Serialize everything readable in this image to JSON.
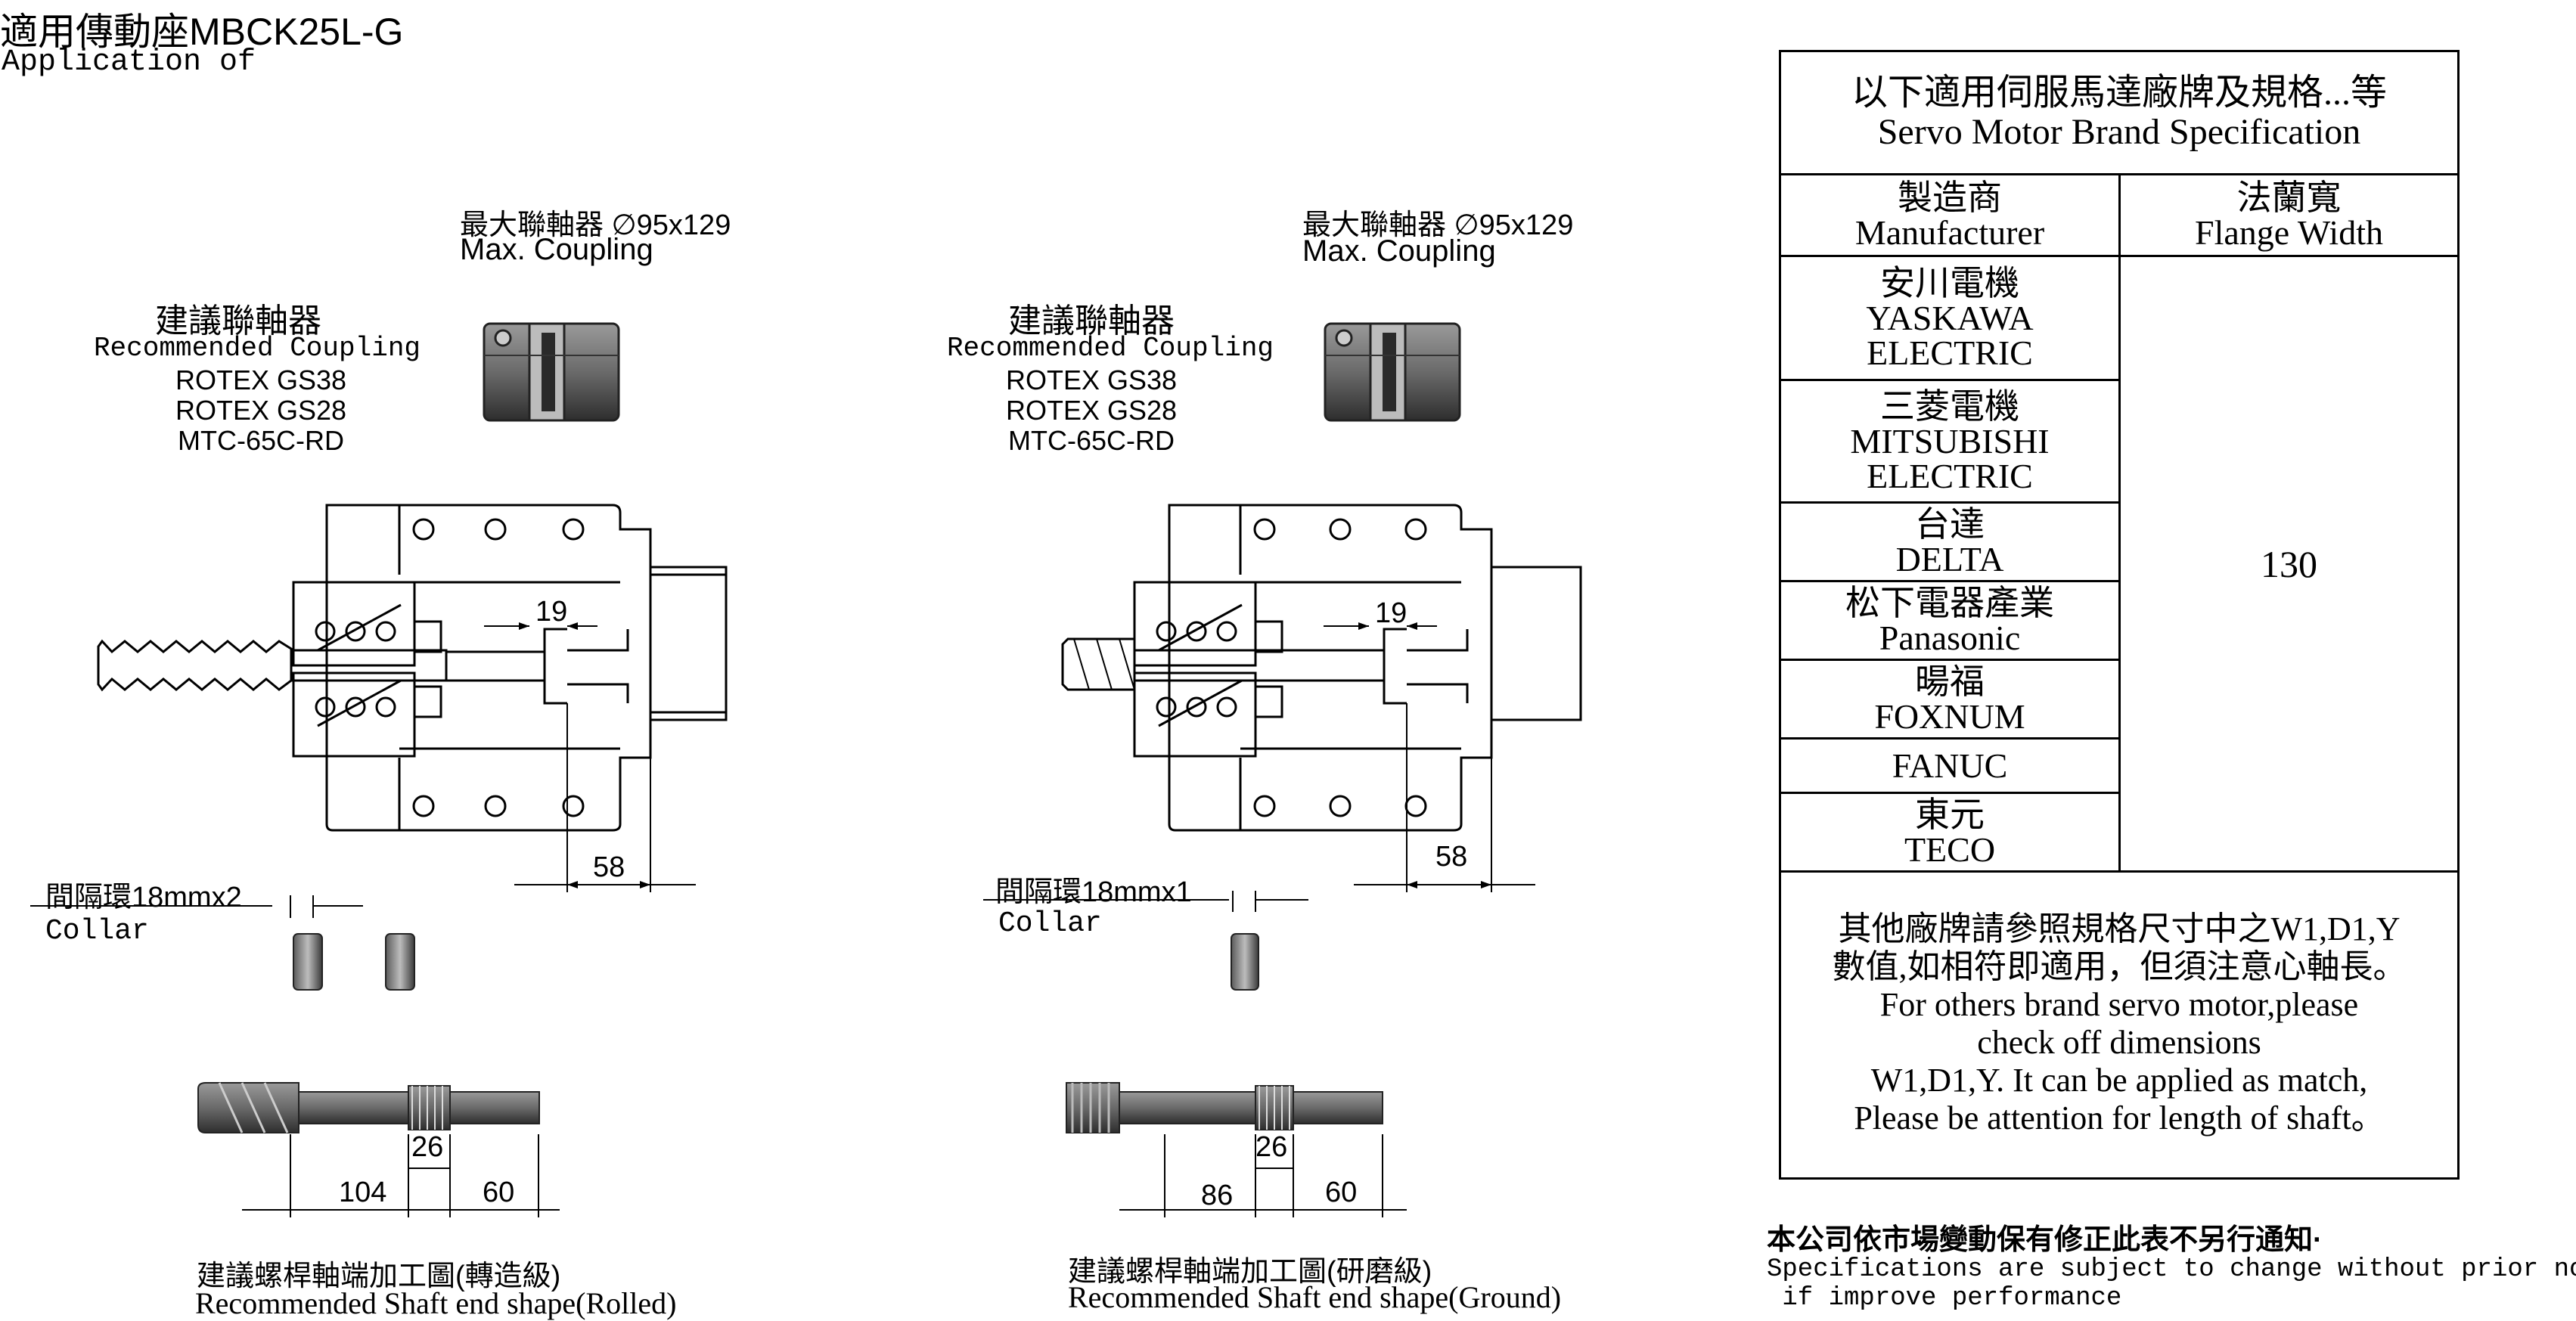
{
  "page": {
    "title": "適用傳動座MBCK25L-G",
    "subtitle": "Application of"
  },
  "left": {
    "max_coupling": {
      "zh": "最大聯軸器 ∅95x129",
      "en": "Max. Coupling"
    },
    "recommended": {
      "zh": "建議聯軸器",
      "en": "Recommended Coupling",
      "items": [
        "ROTEX GS38",
        "ROTEX GS28",
        "MTC-65C-RD"
      ]
    },
    "dim_19": "19",
    "dim_58": "58",
    "collar": {
      "zh": "間隔環18mmx2",
      "en": "Collar"
    },
    "shaft_dims": {
      "a": "26",
      "b": "104",
      "c": "60"
    },
    "caption": {
      "zh": "建議螺桿軸端加工圖(轉造級)",
      "en": "Recommended Shaft end shape(Rolled)"
    }
  },
  "middle": {
    "max_coupling": {
      "zh": "最大聯軸器 ∅95x129",
      "en": "Max. Coupling"
    },
    "recommended": {
      "zh": "建議聯軸器",
      "en": "Recommended Coupling",
      "items": [
        "ROTEX GS38",
        "ROTEX GS28",
        "MTC-65C-RD"
      ]
    },
    "dim_19": "19",
    "dim_58": "58",
    "collar": {
      "zh": "間隔環18mmx1",
      "en": "Collar"
    },
    "shaft_dims": {
      "a": "26",
      "b": "86",
      "c": "60"
    },
    "caption": {
      "zh": "建議螺桿軸端加工圖(研磨級)",
      "en": "Recommended Shaft end shape(Ground)"
    }
  },
  "table": {
    "header": {
      "zh": "以下適用伺服馬達廠牌及規格...等",
      "en": "Servo Motor Brand Specification"
    },
    "col_manufacturer": {
      "zh": "製造商",
      "en": "Manufacturer"
    },
    "col_flange": {
      "zh": "法蘭寬",
      "en": "Flange Width"
    },
    "rows": [
      {
        "lines": [
          "安川電機",
          "YASKAWA",
          "ELECTRIC"
        ]
      },
      {
        "lines": [
          "三菱電機",
          "MITSUBISHI",
          "ELECTRIC"
        ]
      },
      {
        "lines": [
          "台達",
          "DELTA"
        ]
      },
      {
        "lines": [
          "松下電器產業",
          "Panasonic"
        ]
      },
      {
        "lines": [
          "暘福",
          "FOXNUM"
        ]
      },
      {
        "lines": [
          "FANUC"
        ]
      },
      {
        "lines": [
          "東元",
          "TECO"
        ]
      }
    ],
    "flange_value": "130",
    "note": {
      "zh1": "其他廠牌請參照規格尺寸中之W1,D1,Y",
      "zh2": "數值,如相符即適用，但須注意心軸長。",
      "en1": "For others brand servo motor,please",
      "en2": "check off dimensions",
      "en3": "W1,D1,Y. It can be applied as match,",
      "en4": "Please be attention for length of shaft。"
    }
  },
  "footer": {
    "zh": "本公司依市場變動保有修正此表不另行通知·",
    "en1": "Specifications are subject to change without prior notice",
    "en2": " if improve performance"
  }
}
